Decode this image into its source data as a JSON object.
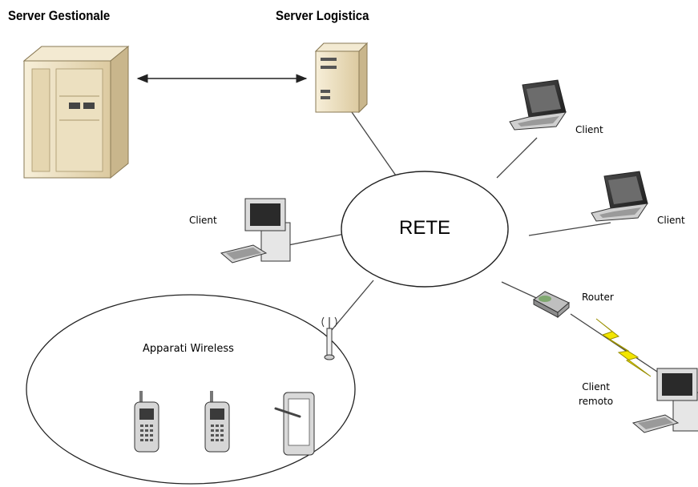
{
  "labels": {
    "server_gestionale": "Server Gestionale",
    "server_logistica": "Server Logistica",
    "rete": "RETE",
    "client_laptop_top": "Client",
    "client_laptop_right": "Client",
    "client_desktop_left": "Client",
    "router": "Router",
    "client_remoto_line1": "Client",
    "client_remoto_line2": "remoto",
    "apparati_wireless": "Apparati Wireless"
  },
  "colors": {
    "server_beige": "#efe3c7",
    "server_shadow": "#c9b68c",
    "line": "#333333",
    "lightning": "#f3e600",
    "router_green": "#7fa86f"
  },
  "icons": [
    "tower-server-icon",
    "server-icon",
    "laptop-icon",
    "desktop-computer-icon",
    "router-icon",
    "lightning-link-icon",
    "wireless-access-point-icon",
    "mobile-phone-icon",
    "pda-tablet-icon"
  ]
}
